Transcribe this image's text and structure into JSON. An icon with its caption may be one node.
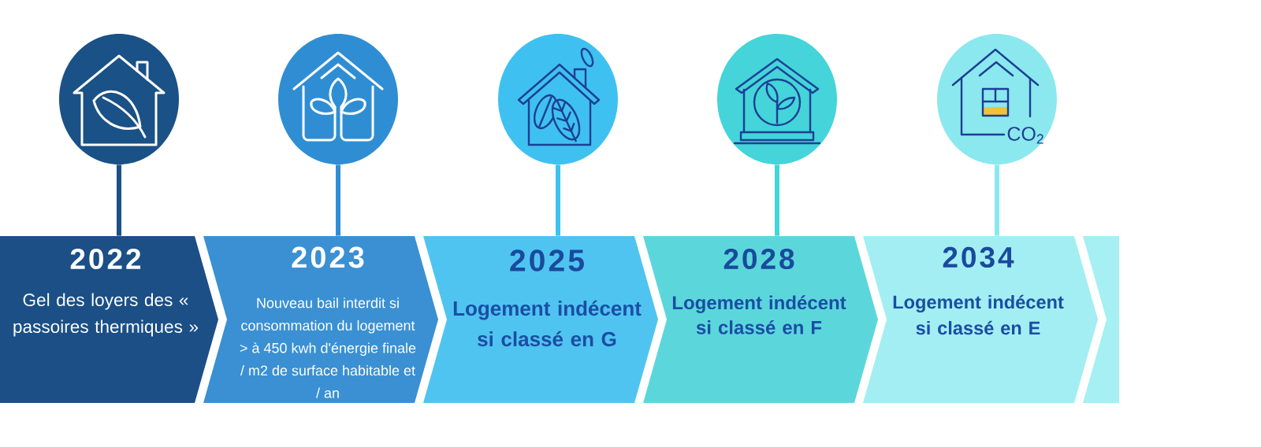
{
  "diagram": {
    "nodes": [
      {
        "text": [],
        "shape": "circle"
      },
      {
        "text": [],
        "shape": "circle"
      },
      {
        "text": [],
        "shape": "circle"
      },
      {
        "text": [],
        "shape": "circle"
      },
      {
        "text": [],
        "shape": "circle"
      },
      {
        "text": [
          "2022",
          "Gel des loyers des « passoires thermiques »"
        ]
      },
      {
        "text": [
          "2023",
          "Nouveau bail interdit si consommation du logement > à 450 kwh d'énergie finale / m2 de surface habitable et / an"
        ]
      },
      {
        "text": [
          "2025",
          "Logement indécent si classé en G"
        ]
      },
      {
        "text": [
          "2028",
          "Logement indécent si classé en F"
        ]
      },
      {
        "text": [
          "2034",
          "Logement indécent si classé en E"
        ]
      },
      {
        "text": [],
        "shape": "chevron"
      }
    ],
    "edges": [
      {
        "from": 0,
        "to": 5,
        "arrow": "none",
        "color": "#1a5186"
      },
      {
        "from": 1,
        "to": 6,
        "arrow": "none",
        "color": "#2f8ed3"
      },
      {
        "from": 2,
        "to": 7,
        "arrow": "none",
        "color": "#3ec1f1"
      },
      {
        "from": 3,
        "to": 8,
        "arrow": "none",
        "color": "#44d4d9"
      },
      {
        "from": 4,
        "to": 9,
        "arrow": "none",
        "color": "#8be8ee"
      }
    ],
    "labels": [
      "CO$_{2}$"
    ]
  }
}
